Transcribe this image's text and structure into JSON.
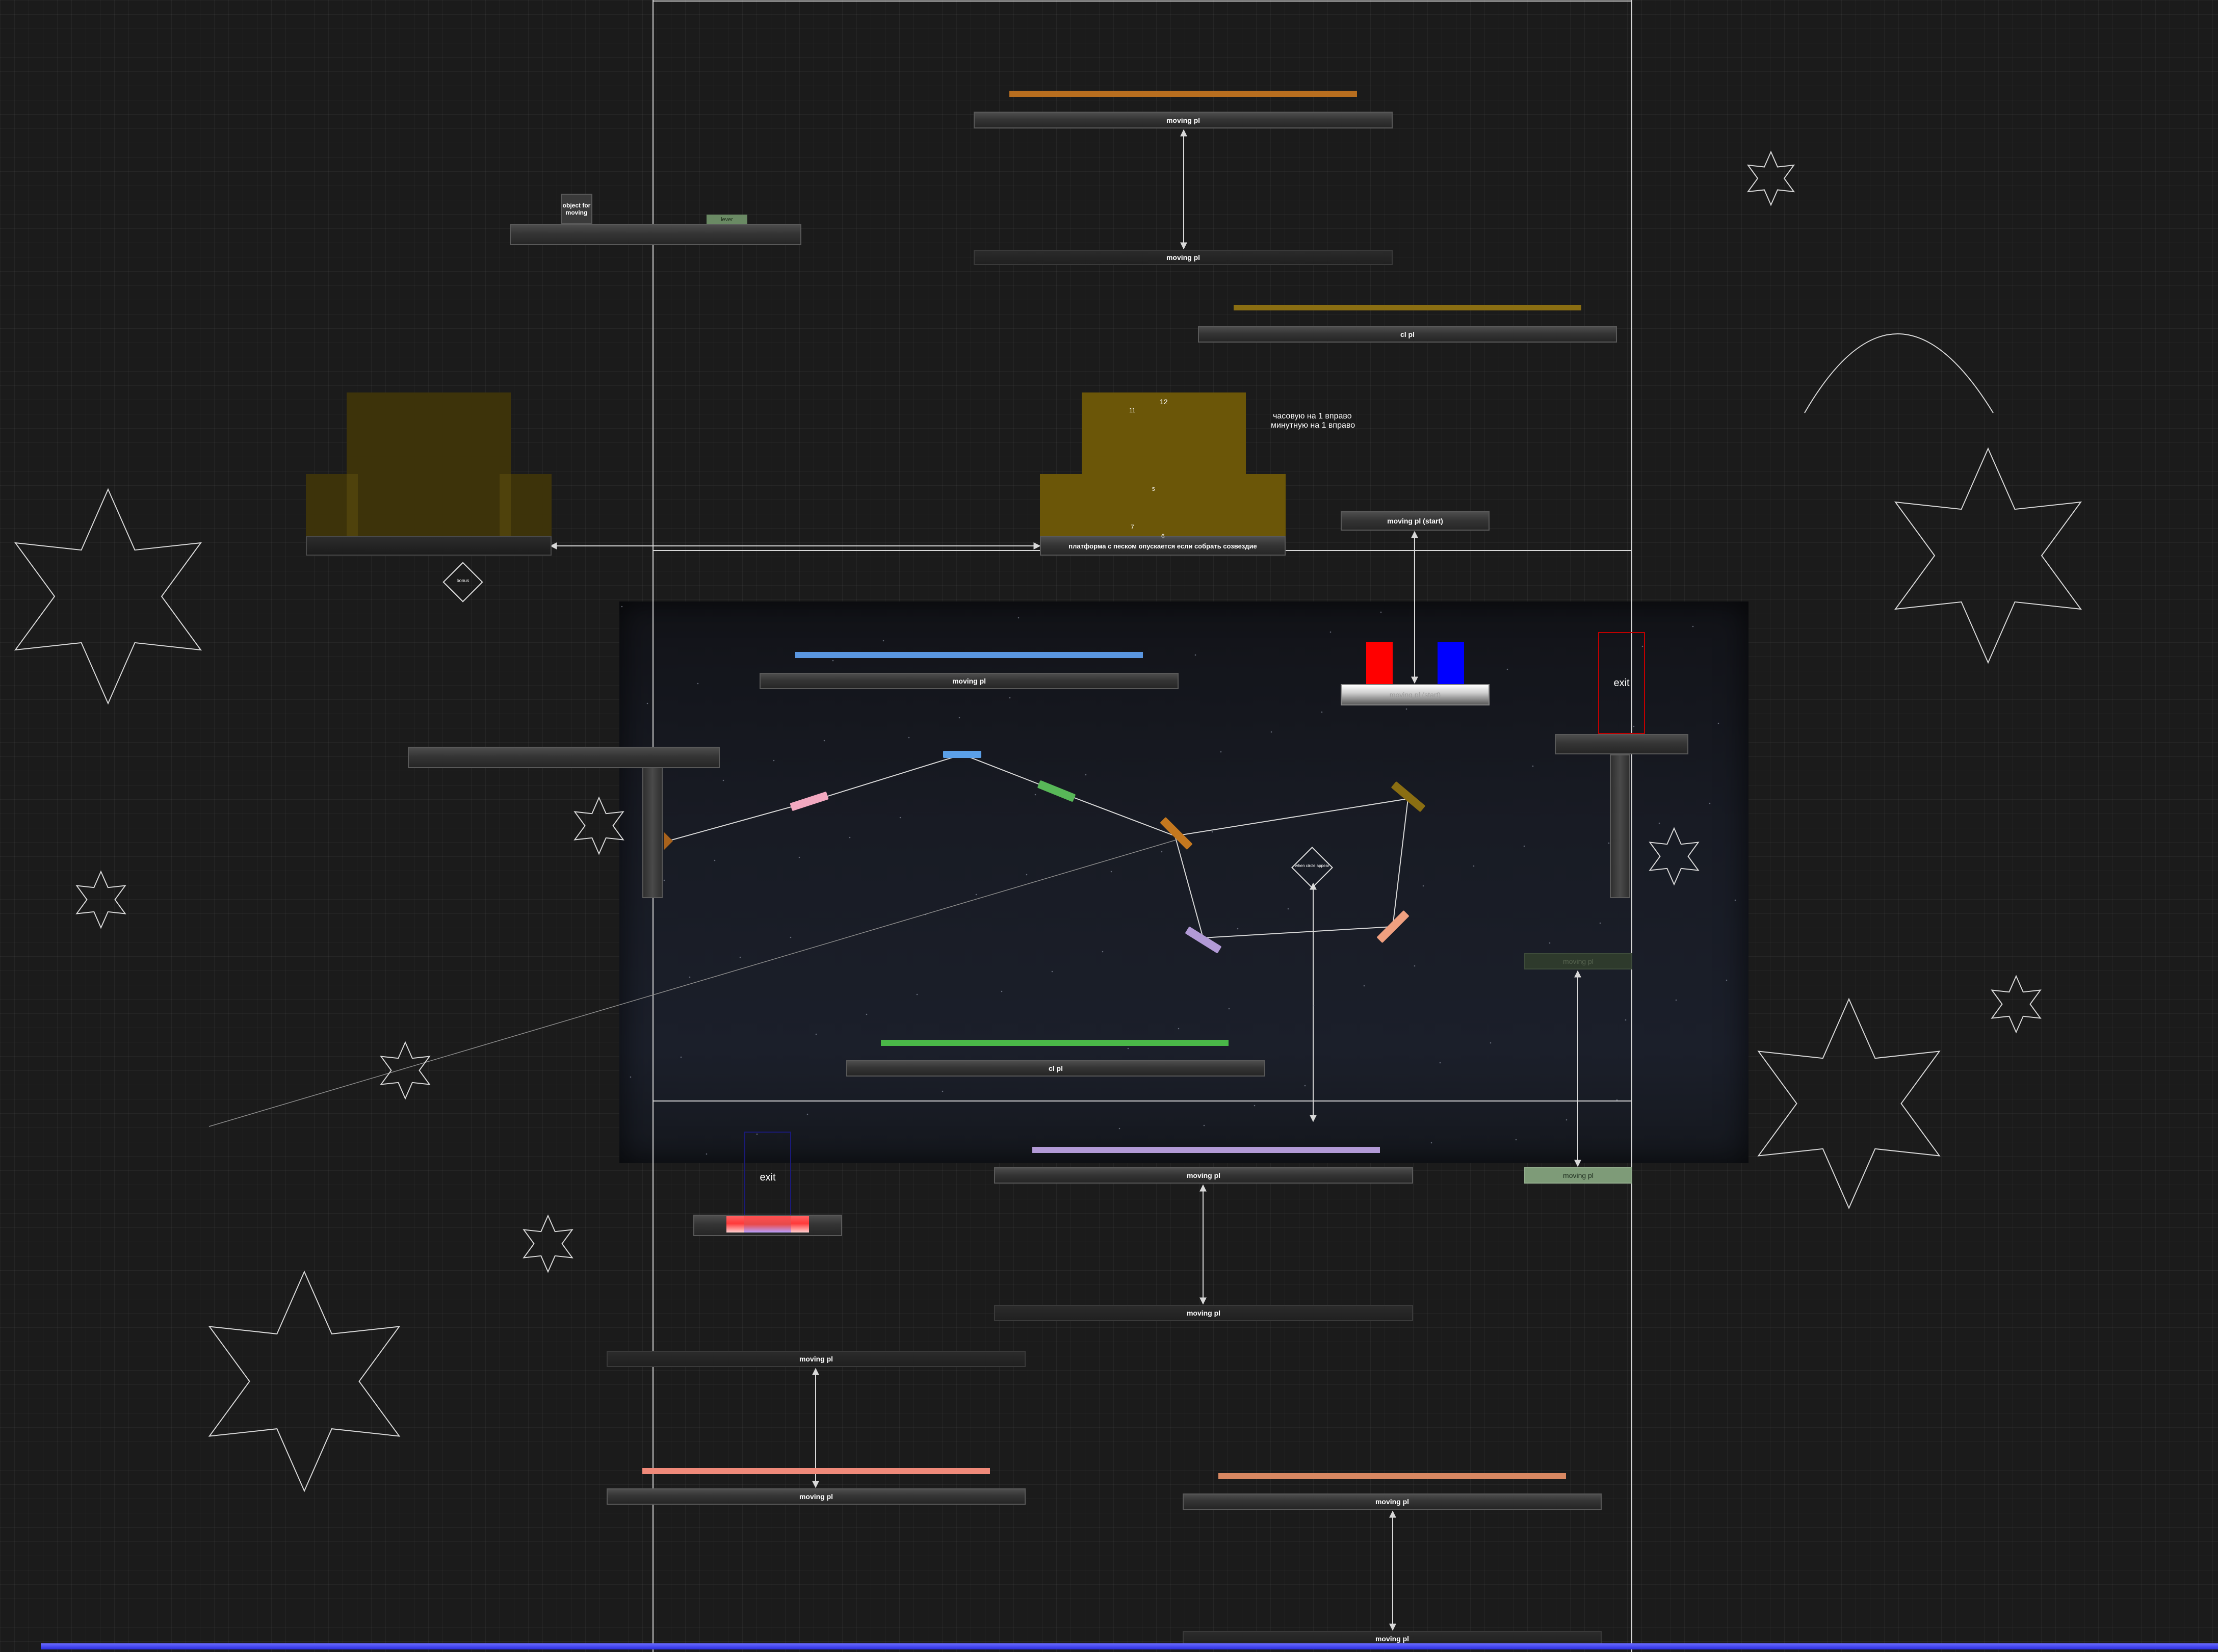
{
  "game": {
    "platforms": {
      "moving_pl": "moving pl",
      "moving_pl_start": "moving pl (start)",
      "cl_pl": "cl pl",
      "sand_platform": "платформа с песком опускается если собрать созвездие"
    },
    "objects": {
      "object_for_moving_line1": "object for",
      "object_for_moving_line2": "moving",
      "lever": "lever",
      "exit_top_right": "exit",
      "exit_bottom_left": "exit",
      "bonus_diamond": "bonus",
      "constellation_diamond": "when circle appear"
    },
    "clock": {
      "numeral_12": "12",
      "numeral_11": "11",
      "numeral_6": "6",
      "numeral_7": "7",
      "numeral_5": "5",
      "instruction_line1": "часовую на 1 вправо",
      "instruction_line2": "минутную на 1 вправо"
    }
  },
  "colors": {
    "background": "#1b1b1b",
    "clock_gold": "#6b5608",
    "exit_red": "#ff0000",
    "exit_blue": "#0000ff",
    "bottom_stripe": "#3a3cf0"
  },
  "icons": [
    "star-outline-icon",
    "diamond-icon",
    "clock-icon"
  ]
}
